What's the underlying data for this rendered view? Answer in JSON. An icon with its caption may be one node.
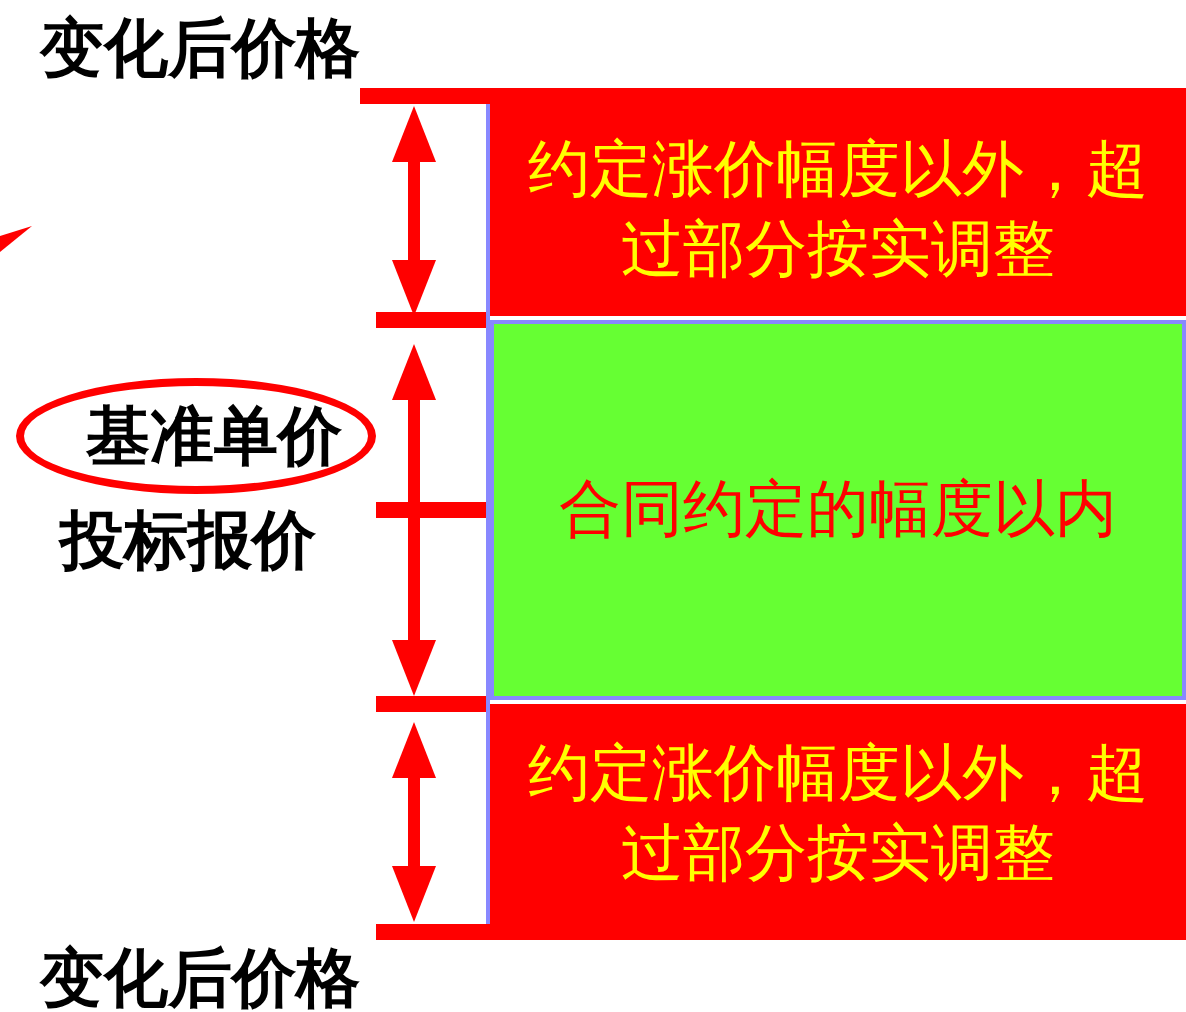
{
  "diagram": {
    "nodes": [
      {
        "text": [
          "约定涨价幅度以外，超过部分按实调整"
        ]
      },
      {
        "text": [
          "合同约定的幅度以内"
        ]
      },
      {
        "text": [
          "约定涨价幅度以外，超过部分按实调整"
        ]
      },
      {
        "text": [
          "基准单价"
        ]
      }
    ],
    "labels": [
      "变化后价格",
      "投标报价",
      "变化后价格"
    ]
  }
}
